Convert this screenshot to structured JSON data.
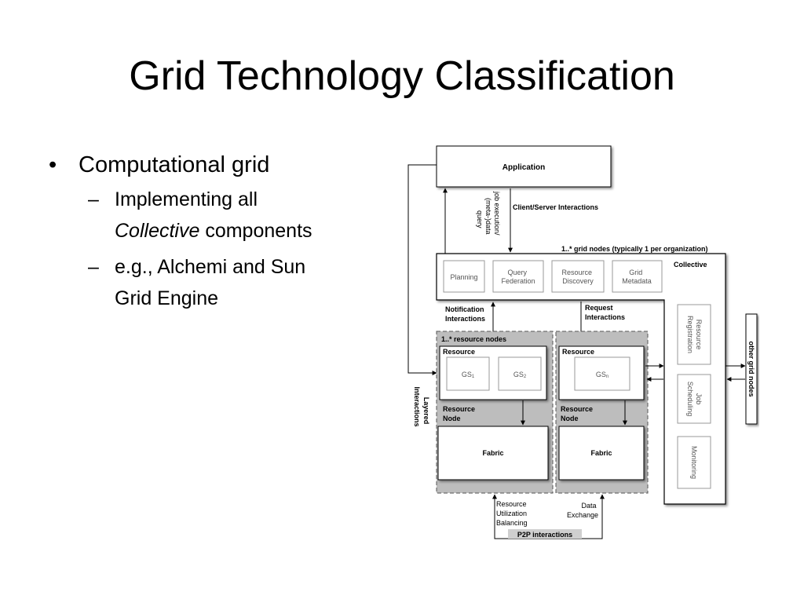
{
  "slide": {
    "title": "Grid Technology Classification"
  },
  "bullets": {
    "level1": "Computational grid",
    "level2": [
      {
        "line1": "Implementing all",
        "italic": "Collective",
        "rest": " components"
      },
      {
        "line1": "e.g., Alchemi and Sun",
        "line2": "Grid Engine"
      }
    ]
  },
  "diagram": {
    "application": "Application",
    "job_exec": [
      "job execution/",
      "(meta-)data",
      "query"
    ],
    "client_server": "Client/Server Interactions",
    "grid_nodes": "1..* grid nodes (typically 1 per organization)",
    "collective": "Collective",
    "planning": "Planning",
    "query_federation": [
      "Query",
      "Federation"
    ],
    "resource_discovery": [
      "Resource",
      "Discovery"
    ],
    "grid_metadata": [
      "Grid",
      "Metadata"
    ],
    "notification": [
      "Notification",
      "Interactions"
    ],
    "request": [
      "Request",
      "Interactions"
    ],
    "resource_nodes": "1..* resource nodes",
    "resource": "Resource",
    "gs1": "GS",
    "gs1_sub": "1",
    "gs2": "GS",
    "gs2_sub": "2",
    "gsn": "GS",
    "gsn_sub": "n",
    "resource_node": [
      "Resource",
      "Node"
    ],
    "fabric": "Fabric",
    "resource_registration": [
      "Resource",
      "Registration"
    ],
    "job_scheduling": [
      "Job",
      "Scheduling"
    ],
    "monitoring": "Monitoring",
    "other_grid_nodes": "other grid nodes",
    "layered": [
      "Layered",
      "Interactions"
    ],
    "utilization": [
      "Resource",
      "Utilization",
      "Balancing"
    ],
    "data_exchange": [
      "Data",
      "Exchange"
    ],
    "p2p": "P2P interactions"
  }
}
